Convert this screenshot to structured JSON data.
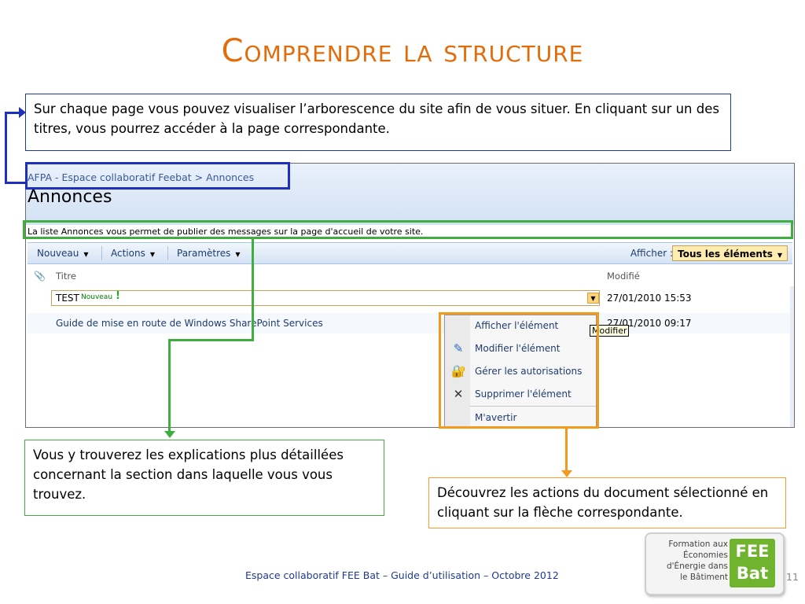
{
  "slide": {
    "title_first_letter": "C",
    "title_rest": "omprendre la structure",
    "footer": "Espace collaboratif FEE Bat – Guide d’utilisation – Octobre 2012",
    "slide_number": "11"
  },
  "callouts": {
    "top": "Sur chaque page vous pouvez visualiser l’arborescence du site afin de vous situer. En cliquant sur un des titres, vous pourrez accéder à la page correspondante.",
    "left": "Vous y trouverez les explications plus détaillées concernant la section dans laquelle vous vous trouvez.",
    "right": "Découvrez les actions du document sélectionné en cliquant sur la flèche correspondante."
  },
  "sharepoint": {
    "breadcrumb": "AFPA - Espace collaboratif Feebat > Annonces",
    "heading": "Annonces",
    "description": "La liste Annonces vous permet de publier des messages sur la page d'accueil de votre site.",
    "toolbar": {
      "new_label": "Nouveau",
      "actions_label": "Actions",
      "settings_label": "Paramètres",
      "view_label": "Afficher :",
      "view_value": "Tous les éléments"
    },
    "columns": {
      "title": "Titre",
      "modified": "Modifié"
    },
    "rows": [
      {
        "title": "TEST",
        "badge": "Nouveau",
        "modified": "27/01/2010 15:53"
      },
      {
        "title": "Guide de mise en route de Windows SharePoint Services",
        "modified": "27/01/2010 09:17"
      }
    ],
    "context_menu": [
      {
        "label": "Afficher l'élément",
        "icon": "view-icon"
      },
      {
        "label": "Modifier l'élément",
        "icon": "edit-icon"
      },
      {
        "label": "Gérer les autorisations",
        "icon": "permissions-icon"
      },
      {
        "label": "Supprimer l'élément",
        "icon": "delete-icon"
      },
      {
        "label": "M'avertir",
        "icon": ""
      }
    ],
    "tooltip": "Modifier"
  },
  "logo": {
    "line1": "Formation aux",
    "line2": "Économies",
    "line3": "d'Énergie dans",
    "line4": "le Bâtiment",
    "badge_top": "FEE",
    "badge_bottom": "Bat"
  },
  "colors": {
    "title": "#e36c0a",
    "blue_frame": "#1f2fbf",
    "green_frame": "#3fae3f",
    "orange_frame": "#f39a1e",
    "logo_green": "#6fb32e"
  }
}
